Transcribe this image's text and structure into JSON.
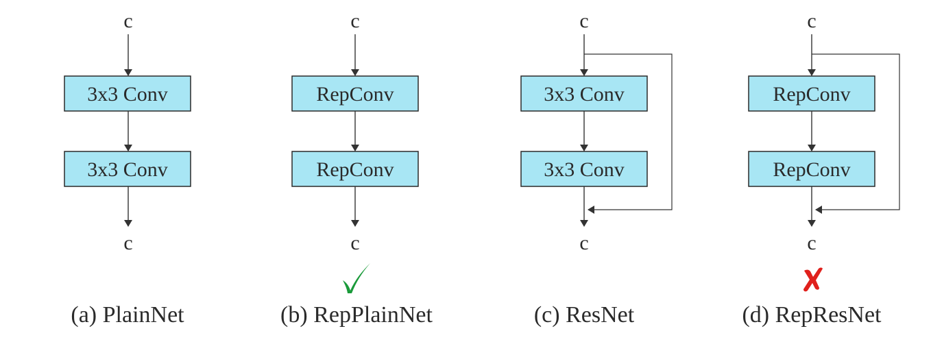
{
  "colors": {
    "block_fill": "#a8e6f4",
    "check_color": "#1a9a3a",
    "cross_color": "#e0201c"
  },
  "panels": [
    {
      "id": "a",
      "input_label": "c",
      "output_label": "c",
      "blocks": [
        "3x3 Conv",
        "3x3 Conv"
      ],
      "has_skip": false,
      "caption": "(a) PlainNet",
      "mark": "none"
    },
    {
      "id": "b",
      "input_label": "c",
      "output_label": "c",
      "blocks": [
        "RepConv",
        "RepConv"
      ],
      "has_skip": false,
      "caption": "(b) RepPlainNet",
      "mark": "check"
    },
    {
      "id": "c",
      "input_label": "c",
      "output_label": "c",
      "blocks": [
        "3x3 Conv",
        "3x3 Conv"
      ],
      "has_skip": true,
      "caption": "(c) ResNet",
      "mark": "none"
    },
    {
      "id": "d",
      "input_label": "c",
      "output_label": "c",
      "blocks": [
        "RepConv",
        "RepConv"
      ],
      "has_skip": true,
      "caption": "(d) RepResNet",
      "mark": "cross"
    }
  ]
}
